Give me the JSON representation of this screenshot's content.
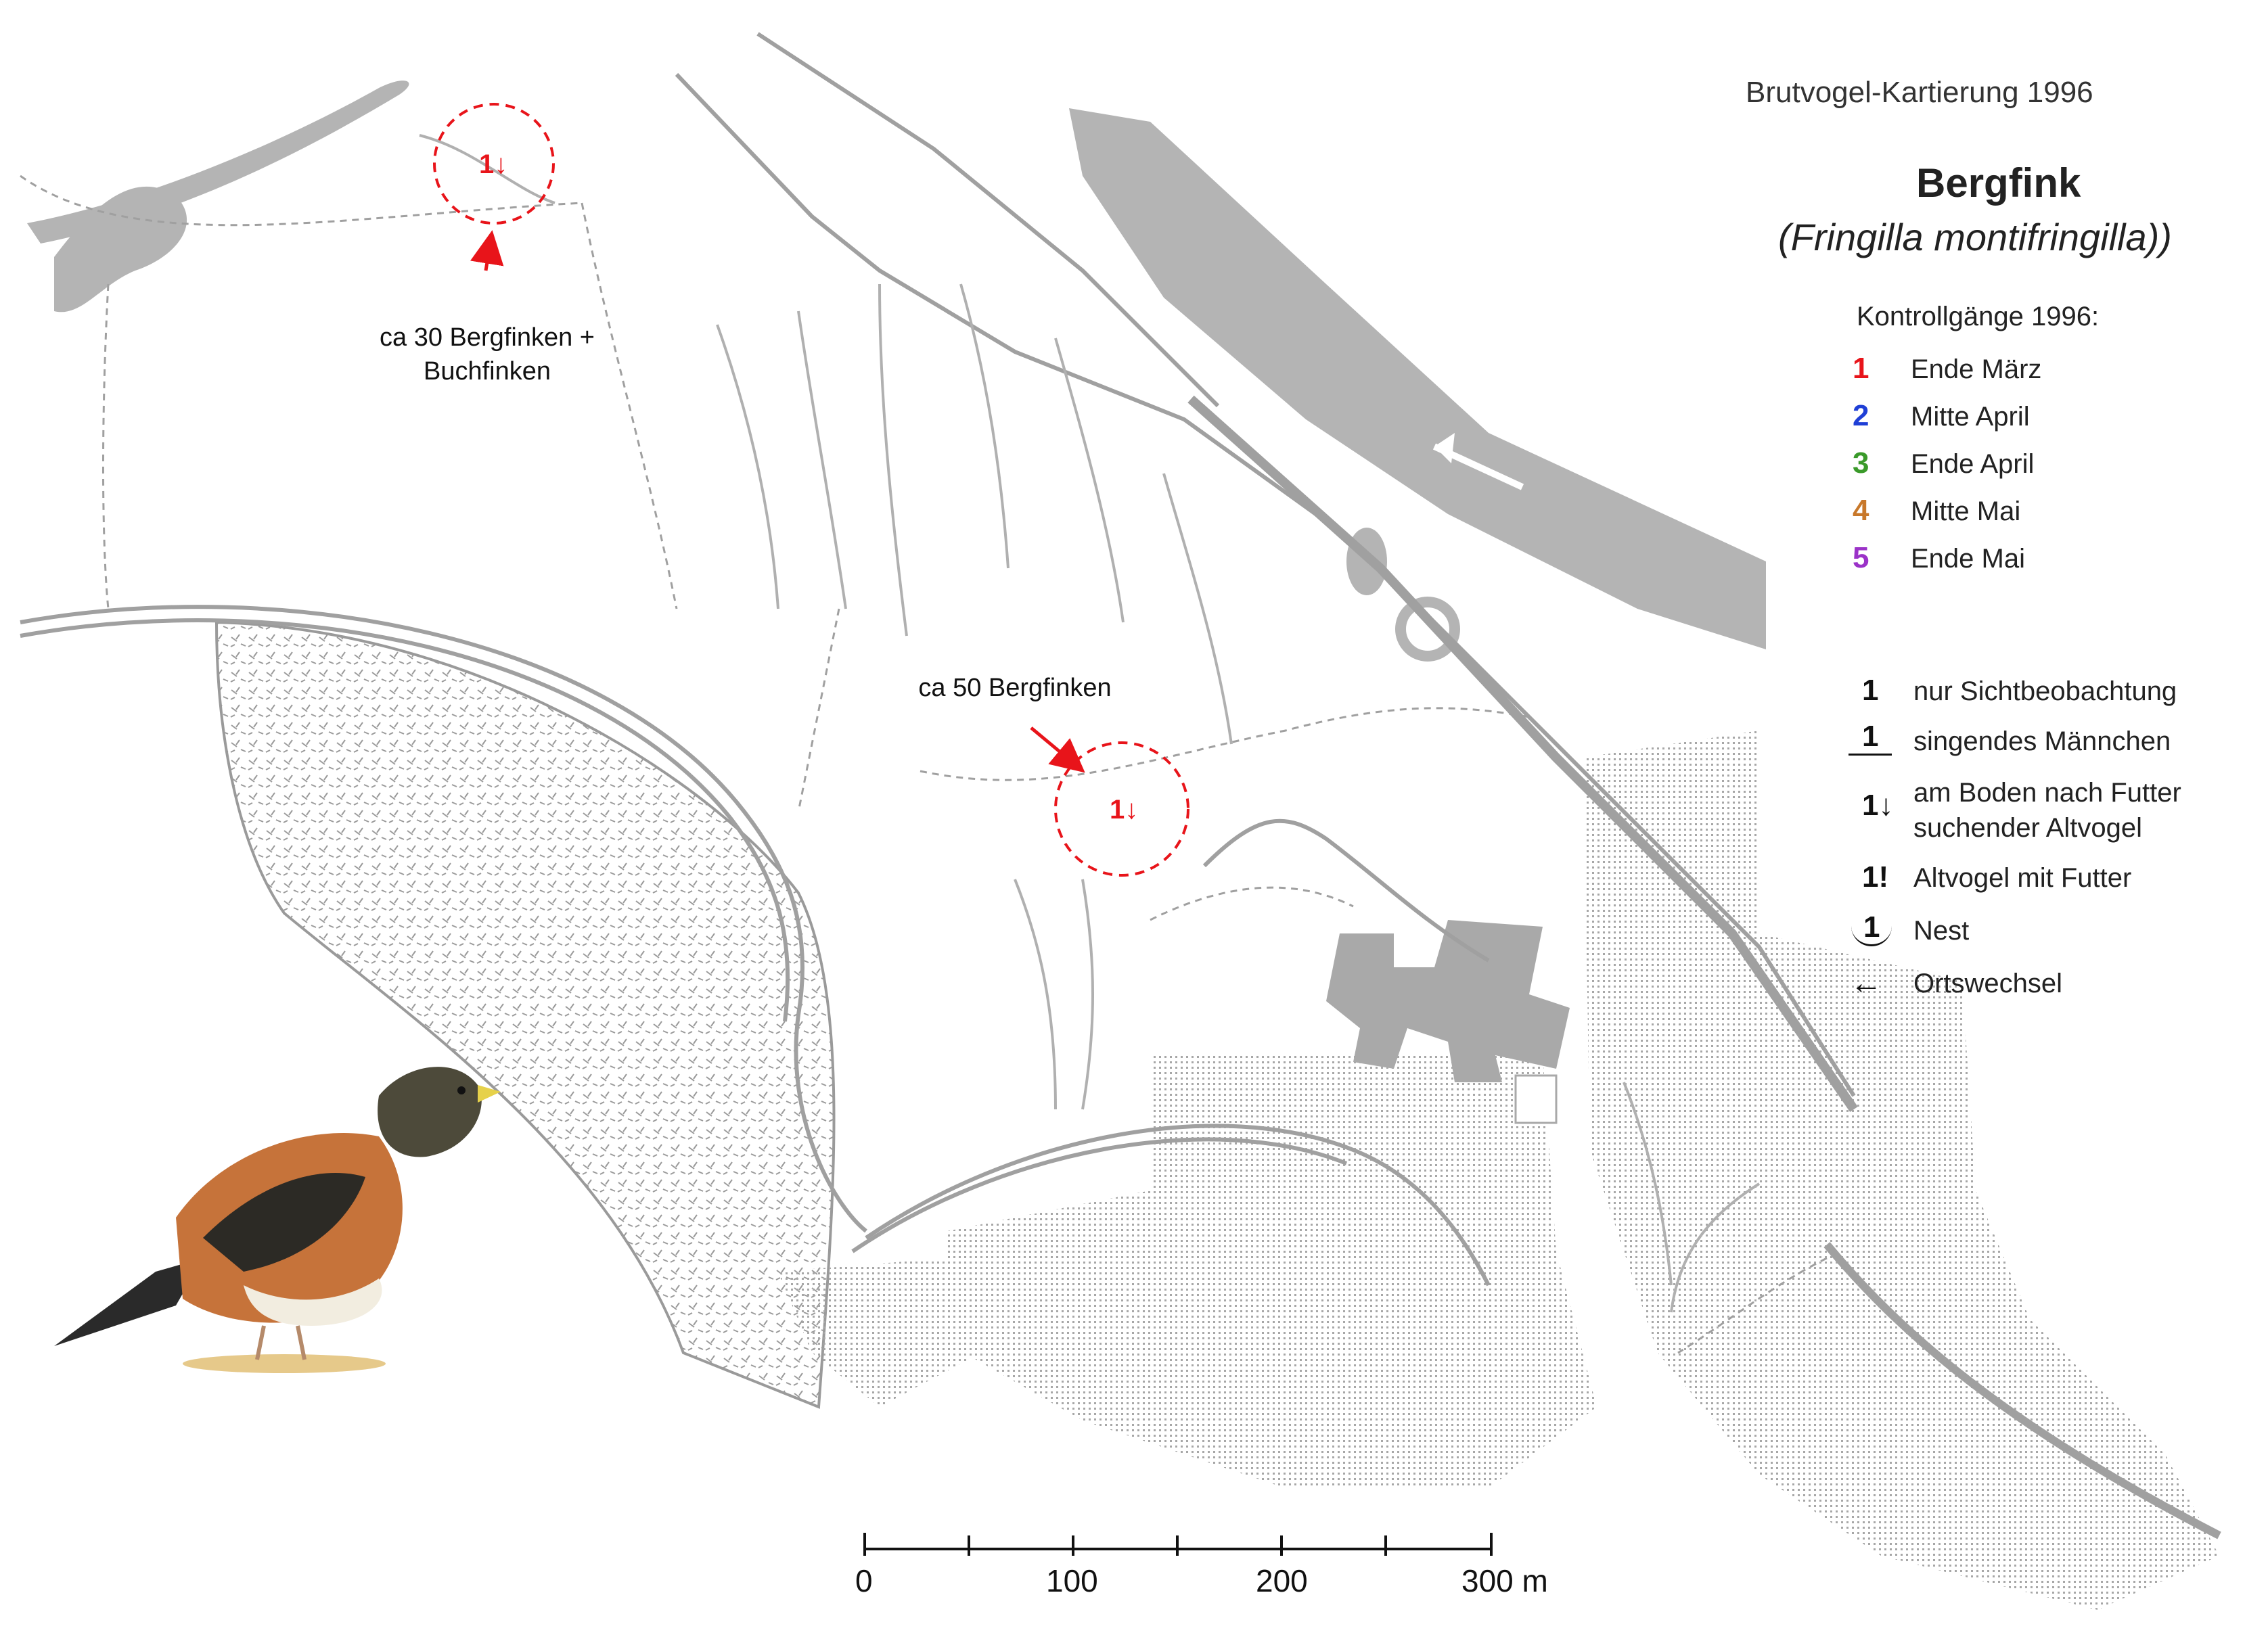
{
  "title": "Brutvogel-Kartierung 1996",
  "species": {
    "common_name": "Bergfink",
    "latin_name": "(Fringilla montifringilla))"
  },
  "legend": {
    "heading": "Kontrollgänge 1996:",
    "visits": [
      {
        "number": "1",
        "label": "Ende März",
        "color": "#e8141a"
      },
      {
        "number": "2",
        "label": "Mitte April",
        "color": "#1f3fd6"
      },
      {
        "number": "3",
        "label": "Ende April",
        "color": "#3a9a2a"
      },
      {
        "number": "4",
        "label": "Mitte Mai",
        "color": "#c8782a"
      },
      {
        "number": "5",
        "label": "Ende Mai",
        "color": "#9b32c8"
      }
    ],
    "symbols": [
      {
        "symbol": "1",
        "icon": "plain-number-icon",
        "label": "nur Sichtbeobachtung"
      },
      {
        "symbol": "1",
        "icon": "underlined-number-icon",
        "label": "singendes Männchen"
      },
      {
        "symbol": "1↓",
        "icon": "down-arrow-number-icon",
        "label": "am Boden nach Futter suchender Altvogel"
      },
      {
        "symbol": "1!",
        "icon": "exclamation-number-icon",
        "label": "Altvogel mit Futter"
      },
      {
        "symbol": "1",
        "icon": "nest-arc-icon",
        "label": "Nest"
      },
      {
        "symbol": "←",
        "icon": "left-arrow-icon",
        "label": "Ortswechsel"
      }
    ]
  },
  "observations": [
    {
      "label": "1↓",
      "visit": "1",
      "note": "ca 30 Bergfinken + Buchfinken"
    },
    {
      "label": "1↓",
      "visit": "1",
      "note": "ca 50 Bergfinken"
    }
  ],
  "scale_bar": {
    "ticks": [
      "0",
      "100",
      "200",
      "300 m"
    ]
  },
  "colors": {
    "observation_red": "#e8141a",
    "map_gray": "#a9a9a9",
    "water_gray": "#b4b4b4"
  }
}
